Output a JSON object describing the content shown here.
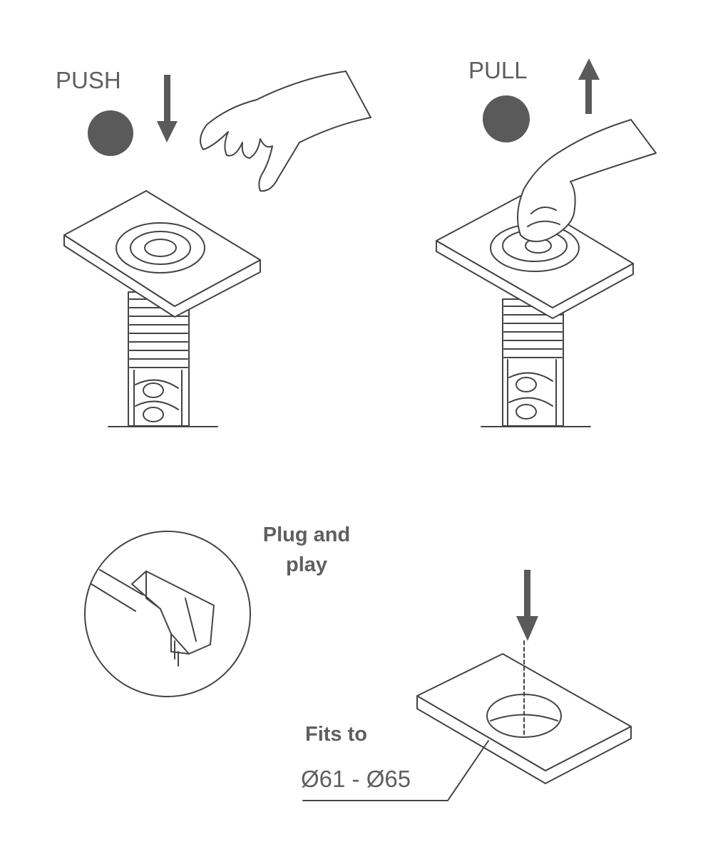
{
  "labels": {
    "push": "PUSH",
    "pull": "PULL",
    "plug_and_play": [
      "Plug and",
      "play"
    ],
    "fits_to": "Fits to",
    "diameter_range": "Ø61 - Ø65"
  },
  "colors": {
    "ink": "#444444",
    "dot": "#5a5a5a",
    "text": "#5f5f5f"
  }
}
